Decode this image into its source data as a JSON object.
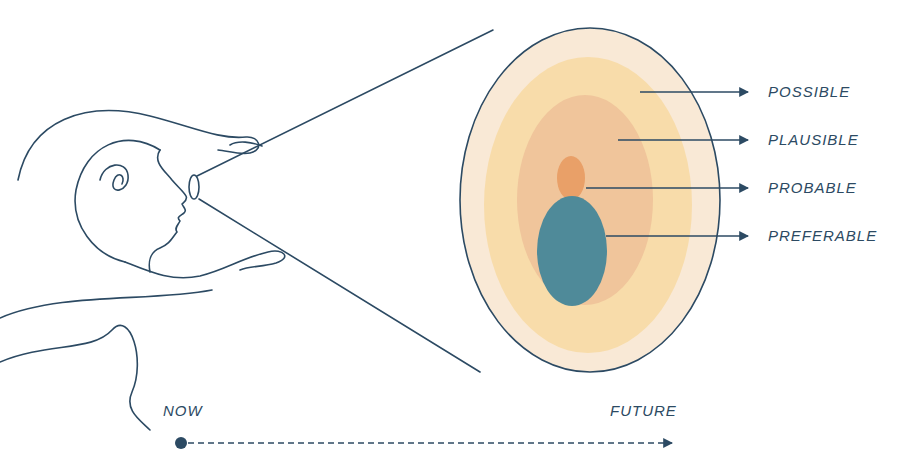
{
  "diagram": {
    "labels": [
      "POSSIBLE",
      "PLAUSIBLE",
      "PROBABLE",
      "PREFERABLE",
      "NOW",
      "FUTURE"
    ]
  }
}
